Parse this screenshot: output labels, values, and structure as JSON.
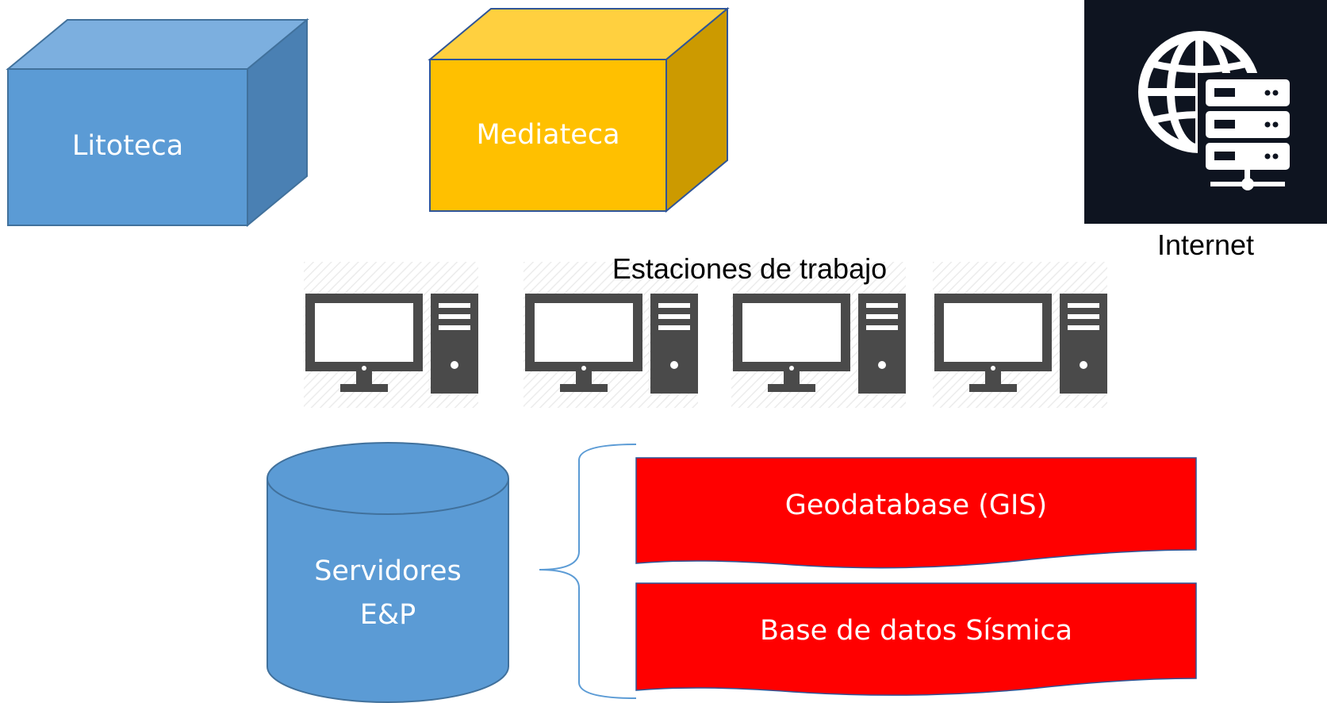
{
  "nodes": {
    "litoteca": {
      "label": "Litoteca",
      "color": "#5B9BD5"
    },
    "mediateca": {
      "label": "Mediateca",
      "color": "#FFC000"
    },
    "internet": {
      "label": "Internet",
      "icon": "globe-server-icon"
    },
    "workstations": {
      "label": "Estaciones de trabajo",
      "count": 4,
      "icon": "desktop-computer-icon"
    },
    "servers": {
      "label_line1": "Servidores",
      "label_line2": "E&P",
      "color": "#5B9BD5"
    },
    "geodatabase": {
      "label": "Geodatabase (GIS)",
      "color": "#FF0000"
    },
    "seismic_db": {
      "label": "Base de datos Sísmica",
      "color": "#FF0000"
    }
  }
}
